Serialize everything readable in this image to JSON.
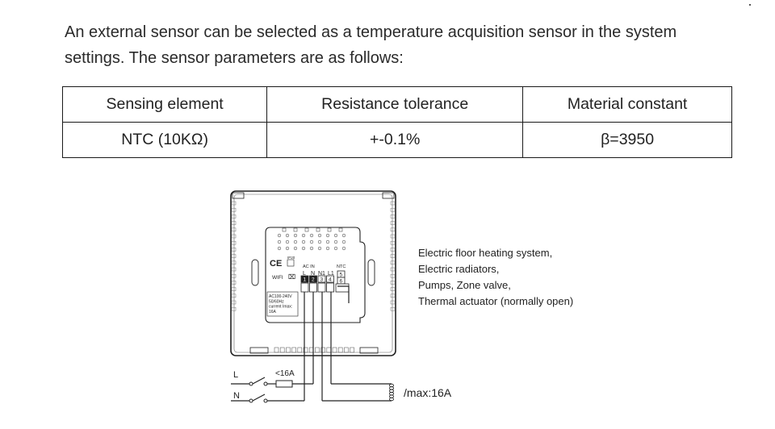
{
  "intro": {
    "line1": "An external sensor can be selected as a temperature acquisition sensor in the system",
    "line2": "settings. The sensor parameters are as follows:"
  },
  "params_table": {
    "headers": [
      "Sensing element",
      "Resistance tolerance",
      "Material constant"
    ],
    "rows": [
      [
        "NTC (10KΩ)",
        "+-0.1%",
        "β=3950"
      ]
    ]
  },
  "device": {
    "ip_rating": "IP20",
    "ce_mark": "CE",
    "wifi_label": "WIFI",
    "ac_in_label": "AC IN",
    "ntc_label": "NTC",
    "terminal_names": [
      "L",
      "N",
      "N1",
      "L1"
    ],
    "terminal_numbers": [
      "1",
      "2",
      "3",
      "4",
      "5",
      "6"
    ],
    "rating_lines": [
      "AC100-240V",
      "50/60Hz",
      "current Imax:",
      "16A"
    ]
  },
  "wiring": {
    "line_label": "L",
    "neutral_label": "N",
    "fuse_label": "<16A",
    "load_note": "/max:16A"
  },
  "applications": [
    "Electric floor heating system,",
    "Electric radiators,",
    "Pumps, Zone valve,",
    "Thermal actuator (normally open)"
  ]
}
